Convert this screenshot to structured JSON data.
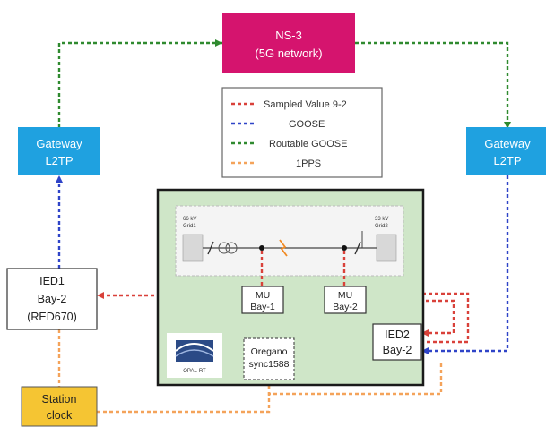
{
  "colors": {
    "sampled_value": "#d9413a",
    "goose": "#2f44c8",
    "routable_goose": "#2f8a2f",
    "pps": "#f4a35a",
    "ns3_fill": "#d5146e",
    "gateway_fill": "#1fa1e0",
    "station_clock_fill": "#f5c533",
    "substation_fill": "#cfe6c8"
  },
  "ns3": {
    "line1": "NS-3",
    "line2": "(5G network)"
  },
  "legend": {
    "items": [
      {
        "key": "sampled_value",
        "label": "Sampled Value 9-2"
      },
      {
        "key": "goose",
        "label": "GOOSE"
      },
      {
        "key": "routable_goose",
        "label": "Routable GOOSE"
      },
      {
        "key": "pps",
        "label": "1PPS"
      }
    ]
  },
  "gateway_left": {
    "line1": "Gateway",
    "line2": "L2TP"
  },
  "gateway_right": {
    "line1": "Gateway",
    "line2": "L2TP"
  },
  "ied1": {
    "line1": "IED1",
    "line2": "Bay-2",
    "line3": "(RED670)"
  },
  "ied2": {
    "line1": "IED2",
    "line2": "Bay-2"
  },
  "mu1": {
    "line1": "MU",
    "line2": "Bay-1"
  },
  "mu2": {
    "line1": "MU",
    "line2": "Bay-2"
  },
  "oregano": {
    "line1": "Oregano",
    "line2": "sync1588"
  },
  "station_clock": {
    "line1": "Station",
    "line2": "clock"
  },
  "grid_left": {
    "line1": "66 kV",
    "line2": "Grid1"
  },
  "grid_right": {
    "line1": "33 kV",
    "line2": "Grid2"
  },
  "logo": {
    "text": "OPAL-RT"
  }
}
